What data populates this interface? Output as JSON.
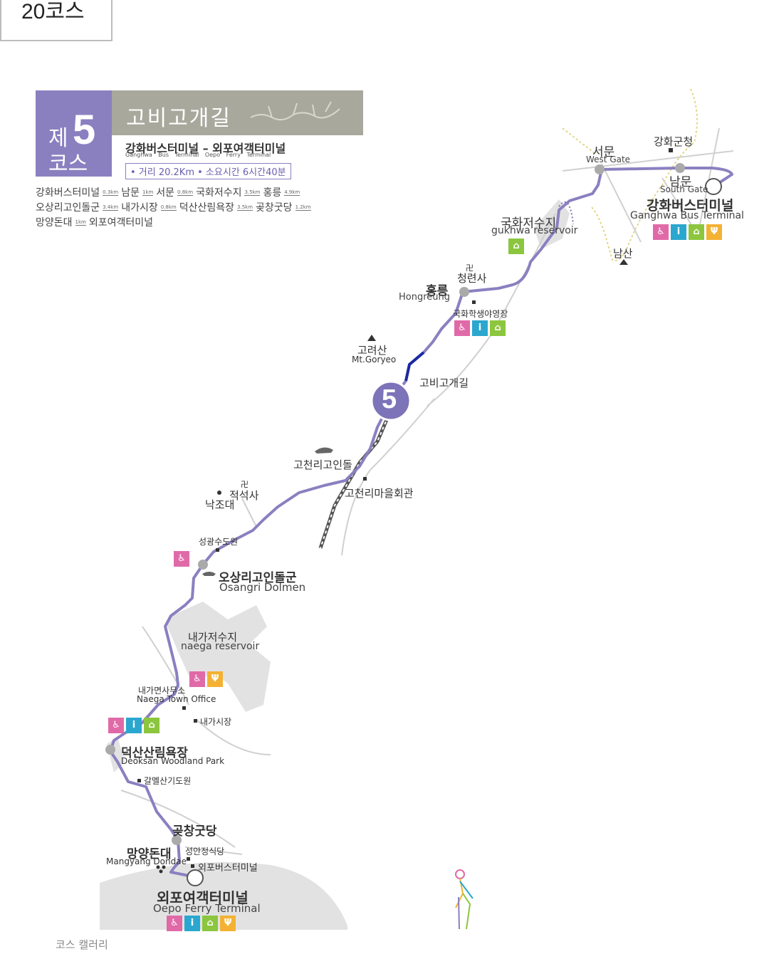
{
  "tag": "20코스",
  "header": {
    "je": "제",
    "number": "5",
    "course": "코스",
    "title": "고비고개길",
    "route_ko": "강화버스터미널 – 외포여객터미널",
    "route_en": "Ganghwa Bus Terminal  Oepo Ferry Terminal",
    "stats": "• 거리 20.2Km  • 소요시간 6시간40분"
  },
  "sequence": {
    "line1": [
      {
        "place": "강화버스터미널",
        "dist": "0.3km"
      },
      {
        "place": "남문",
        "dist": "1km"
      },
      {
        "place": "서문",
        "dist": "0.8km"
      },
      {
        "place": "국화저수지",
        "dist": "3.5km"
      },
      {
        "place": "홍릉",
        "dist": "4.9km"
      }
    ],
    "line2": [
      {
        "place": "오상리고인돌군",
        "dist": "3.4km"
      },
      {
        "place": "내가시장",
        "dist": "0.8km"
      },
      {
        "place": "덕산산림욕장",
        "dist": "3.5km"
      },
      {
        "place": "곶창굿당",
        "dist": "1.2km"
      }
    ],
    "line3": [
      {
        "place": "망양돈대",
        "dist": "1km"
      },
      {
        "place": "외포여객터미널",
        "dist": ""
      }
    ]
  },
  "map": {
    "badge": "5",
    "labels": {
      "seomun": "서문",
      "seomun_en": "West Gate",
      "gunhall": "강화군청",
      "nammun": "남문",
      "nammun_en": "South Gate",
      "terminal": "강화버스터미널",
      "terminal_en": "Ganghwa Bus Terminal",
      "namsan": "남산",
      "reservoir": "국화저수지",
      "reservoir_en": "gukhwa reservoir",
      "temple": "청련사",
      "hongreung": "홍릉",
      "hongreung_en": "Hongreung",
      "youthcamp": "국화학생야영장",
      "goryeo": "고려산",
      "goryeo_en": "Mt.Goryeo",
      "gobi": "고비고개길",
      "gocheonri": "고천리고인돌",
      "village": "고천리마을회관",
      "jeokseoksa": "적석사",
      "nakjodae": "낙조대",
      "seonggwang": "성광수도원",
      "osangri": "오상리고인돌군",
      "osangri_en": "Osangri Dolmen",
      "naega": "내가저수지",
      "naega_en": "naega reservoir",
      "office": "내가면사무소",
      "office_en": "Naega Town Office",
      "market": "내가시장",
      "deoksan": "덕산산림욕장",
      "deoksan_en": "Deoksan Woodland Park",
      "galmae": "갈멜산기도원",
      "gotchang": "곶창굿당",
      "mangyang": "망양돈대",
      "mangyang_en": "Mangyang Dondae",
      "seongan": "성안정식당",
      "oepobus": "외포버스터미널",
      "oepo": "외포여객터미널",
      "oepo_en": "Oepo Ferry Terminal"
    }
  },
  "amenity_icons": {
    "toilet": "toilet-icon",
    "info": "info-icon",
    "rest": "rest-icon",
    "food": "food-icon"
  },
  "colors": {
    "route": "#8a80c0",
    "route_highlight": "#1a2aa0",
    "badge": "#7d73b8",
    "land": "#e2e2e2"
  },
  "footer": "코스 캘러리"
}
